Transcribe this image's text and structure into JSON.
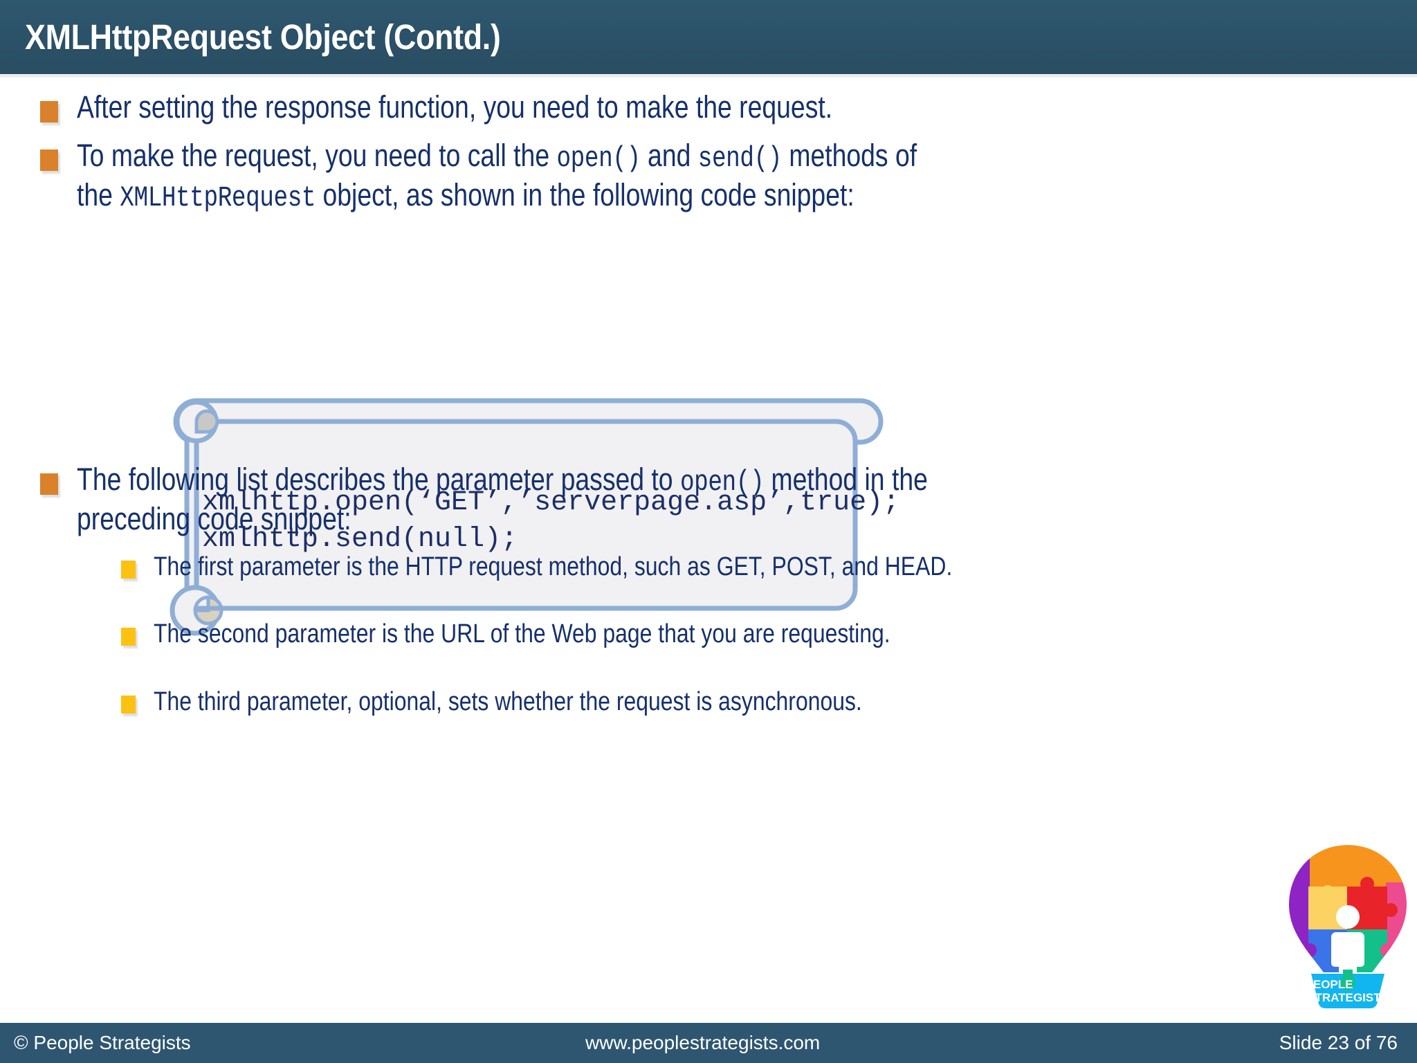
{
  "slide": {
    "title": "XMLHttpRequest Object (Contd.)",
    "colors": {
      "title_bar": "#2b5168",
      "body_text": "#15306b",
      "bullet_level1": "#d9822b",
      "bullet_level2": "#fcc111",
      "scroll_border": "#8faed6",
      "scroll_fill": "#f1f0f2",
      "footer_bar": "#2e5670"
    }
  },
  "content": {
    "bullets": [
      {
        "level": 1,
        "parts": [
          {
            "type": "text",
            "value": "After setting the response function, you need to make the request."
          }
        ]
      },
      {
        "level": 1,
        "parts": [
          {
            "type": "text",
            "value": "To make the request, you need to call the "
          },
          {
            "type": "code",
            "value": "open()"
          },
          {
            "type": "text",
            "value": " and "
          },
          {
            "type": "code",
            "value": "send()"
          },
          {
            "type": "text",
            "value": " methods of the "
          },
          {
            "type": "code",
            "value": "XMLHttpRequest"
          },
          {
            "type": "text",
            "value": " object, as shown in the following code snippet:"
          }
        ]
      }
    ],
    "bullet1_line1": "After setting the response function, you need to make the request.",
    "bullet2_line1_a": "To make the request, you need to call the ",
    "bullet2_line1_code1": "open()",
    "bullet2_line1_b": " and ",
    "bullet2_line1_code2": "send()",
    "bullet2_line1_c": " methods of",
    "bullet2_line2_a": "the ",
    "bullet2_line2_code1": "XMLHttpRequest",
    "bullet2_line2_b": " object, as shown in the following code snippet:",
    "bullet3_line1_a": "The following list  describes the parameter passed to ",
    "bullet3_line1_code1": "open()",
    "bullet3_line1_b": " method in the",
    "bullet3_line2": "preceding code snippet:",
    "sub_bullets": [
      "The first parameter is the HTTP request method, such as GET, POST, and HEAD.",
      "The second parameter is the URL of the Web page that you are requesting.",
      "The third parameter, optional, sets whether the request is asynchronous."
    ]
  },
  "code_snippet": {
    "line1": "xmlhttp.open(‘GET’,’serverpage.asp’,true);",
    "line2": "xmlhttp.send(null);",
    "text": "xmlhttp.open(‘GET’,’serverpage.asp’,true);\nxmlhttp.send(null);"
  },
  "logo": {
    "line1": "PEOPLE",
    "line2": "STRATEGISTS"
  },
  "footer": {
    "copyright": "© People Strategists",
    "website": "www.peoplestrategists.com",
    "slide_number": "Slide 23 of 76"
  }
}
